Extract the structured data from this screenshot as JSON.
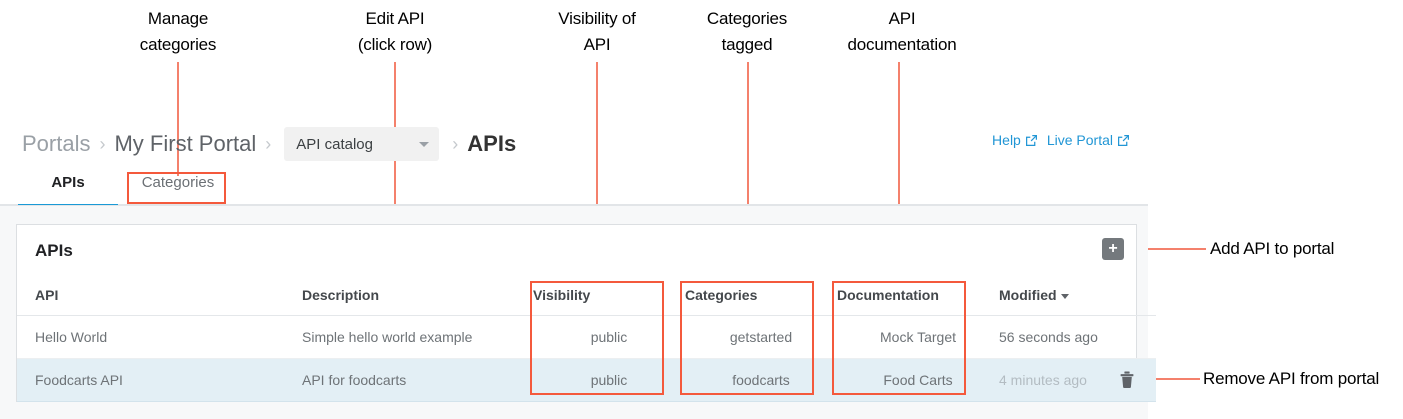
{
  "annotations": {
    "callouts": [
      {
        "id": "manage-categories",
        "text": "Manage\ncategories"
      },
      {
        "id": "edit-api",
        "text": "Edit API\n(click row)"
      },
      {
        "id": "visibility-of-api",
        "text": "Visibility of\nAPI"
      },
      {
        "id": "categories-tagged",
        "text": "Categories\ntagged"
      },
      {
        "id": "api-documentation",
        "text": "API\ndocumentation"
      },
      {
        "id": "add-api-to-portal",
        "text": "Add API to portal"
      },
      {
        "id": "remove-api-from-portal",
        "text": "Remove API from portal"
      }
    ],
    "line_color": "#f4816c",
    "box_color": "#f4593c"
  },
  "breadcrumb": {
    "root": "Portals",
    "portal": "My First Portal",
    "catalog_select": {
      "value": "API catalog",
      "icon": "chevron-down-icon"
    },
    "current": "APIs",
    "separator": "›"
  },
  "header_links": [
    {
      "label": "Help",
      "icon": "external-link-icon"
    },
    {
      "label": "Live Portal",
      "icon": "external-link-icon"
    }
  ],
  "tabs": [
    {
      "label": "APIs",
      "active": true
    },
    {
      "label": "Categories",
      "active": false
    }
  ],
  "card": {
    "title": "APIs",
    "add_button": {
      "icon": "plus-icon",
      "label": "+"
    }
  },
  "table": {
    "columns": [
      {
        "key": "api",
        "label": "API"
      },
      {
        "key": "description",
        "label": "Description"
      },
      {
        "key": "visibility",
        "label": "Visibility"
      },
      {
        "key": "categories",
        "label": "Categories"
      },
      {
        "key": "documentation",
        "label": "Documentation"
      },
      {
        "key": "modified",
        "label": "Modified",
        "sort": "desc",
        "sort_icon": "caret-down-icon"
      }
    ],
    "rows": [
      {
        "api": "Hello World",
        "description": "Simple hello world example",
        "visibility": "public",
        "categories": "getstarted",
        "documentation": "Mock Target",
        "modified": "56 seconds ago",
        "selected": false,
        "has_delete": false
      },
      {
        "api": "Foodcarts API",
        "description": "API for foodcarts",
        "visibility": "public",
        "categories": "foodcarts",
        "documentation": "Food Carts",
        "modified": "4 minutes ago",
        "selected": true,
        "has_delete": true,
        "delete_icon": "trash-icon"
      }
    ]
  },
  "colors": {
    "accent_blue": "#1a9ad6",
    "link_blue": "#2196d5",
    "selected_row": "#e3eff5",
    "annotation_red": "#f4593c"
  }
}
